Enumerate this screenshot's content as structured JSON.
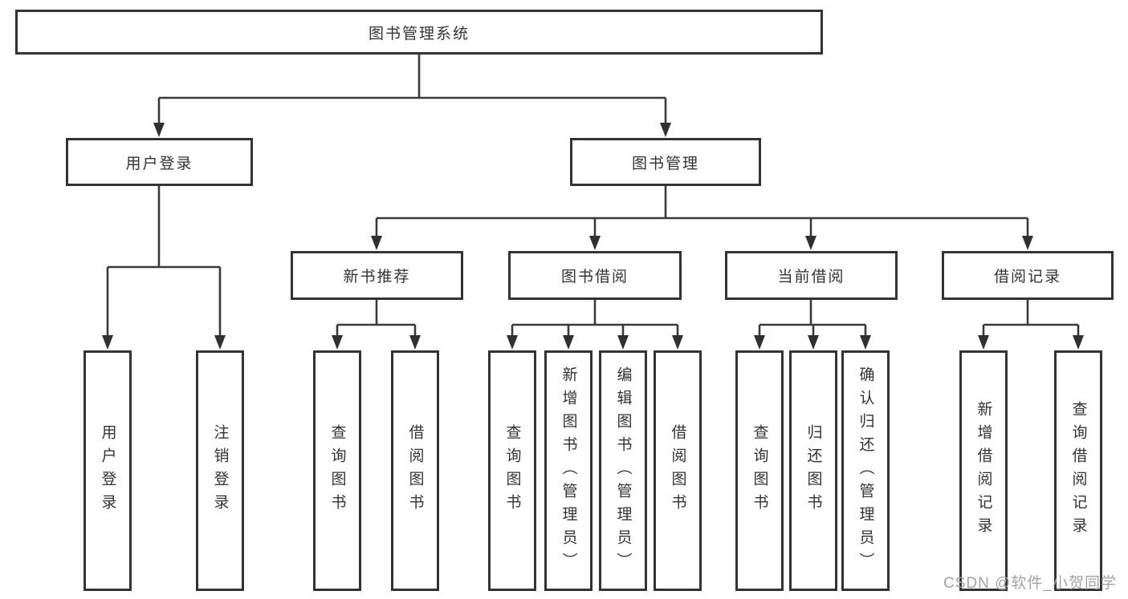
{
  "tree": {
    "label": "图书管理系统",
    "children": [
      {
        "label": "用户登录",
        "children": [
          {
            "label": "用户登录"
          },
          {
            "label": "注销登录"
          }
        ]
      },
      {
        "label": "图书管理",
        "children": [
          {
            "label": "新书推荐",
            "children": [
              {
                "label": "查询图书"
              },
              {
                "label": "借阅图书"
              }
            ]
          },
          {
            "label": "图书借阅",
            "children": [
              {
                "label": "查询图书"
              },
              {
                "label": "新增图书（管理员）"
              },
              {
                "label": "编辑图书（管理员）"
              },
              {
                "label": "借阅图书"
              }
            ]
          },
          {
            "label": "当前借阅",
            "children": [
              {
                "label": "查询图书"
              },
              {
                "label": "归还图书"
              },
              {
                "label": "确认归还（管理员）"
              }
            ]
          },
          {
            "label": "借阅记录",
            "children": [
              {
                "label": "新增借阅记录"
              },
              {
                "label": "查询借阅记录"
              }
            ]
          }
        ]
      }
    ]
  },
  "watermark": {
    "text": "CSDN @软件_小贺同学"
  },
  "colors": {
    "line": "#3a3a3a",
    "border": "#333333",
    "text": "#333333",
    "watermark": "#a3a3a3",
    "background": "#ffffff"
  }
}
